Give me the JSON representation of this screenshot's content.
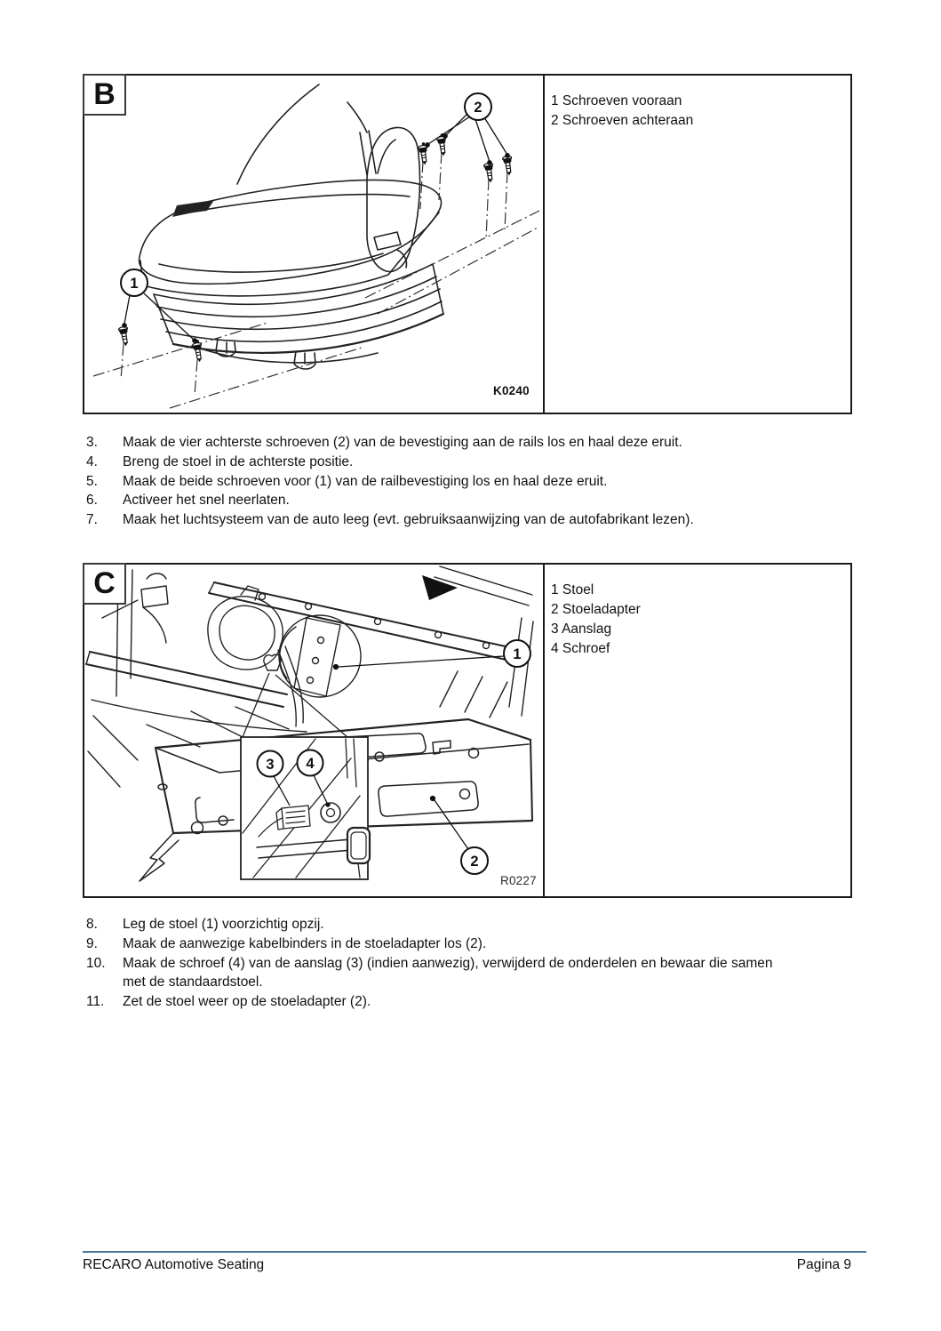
{
  "figure_b": {
    "label": "B",
    "code": "K0240",
    "legend": [
      "1 Schroeven vooraan",
      "2 Schroeven achteraan"
    ],
    "callouts": {
      "c1": "1",
      "c2": "2"
    }
  },
  "steps_front": [
    {
      "num": "3.",
      "text": "Maak de vier achterste schroeven (2) van de bevestiging aan de rails los en haal deze eruit."
    },
    {
      "num": "4.",
      "text": "Breng de stoel in de achterste positie."
    },
    {
      "num": "5.",
      "text": "Maak de beide schroeven voor (1) van de railbevestiging los en haal deze eruit."
    },
    {
      "num": "6.",
      "text": "Activeer het snel neerlaten."
    },
    {
      "num": "7.",
      "text": "Maak het luchtsysteem van de auto leeg (evt. gebruiksaanwijzing van de autofabrikant lezen)."
    }
  ],
  "figure_c": {
    "label": "C",
    "code": "R0227",
    "legend": [
      "1 Stoel",
      "2 Stoeladapter",
      "3 Aanslag",
      "4 Schroef"
    ],
    "callouts": {
      "c1": "1",
      "c2": "2",
      "c3": "3",
      "c4": "4"
    }
  },
  "steps_adapter": [
    {
      "num": "8.",
      "text": "Leg de stoel (1) voorzichtig opzij."
    },
    {
      "num": "9.",
      "text": "Maak de aanwezige kabelbinders in de stoeladapter los (2)."
    },
    {
      "num": "10.",
      "text": "Maak de schroef (4) van de aanslag (3) (indien aanwezig), verwijderd de onderdelen en bewaar die samen met de standaardstoel."
    },
    {
      "num": "11.",
      "text": "Zet de stoel weer op de stoeladapter (2)."
    }
  ],
  "footer": {
    "brand": "RECARO Automotive Seating",
    "page": "Pagina 9"
  },
  "colors": {
    "footer_line": "#4d7899",
    "ink": "#1a1a1a"
  }
}
